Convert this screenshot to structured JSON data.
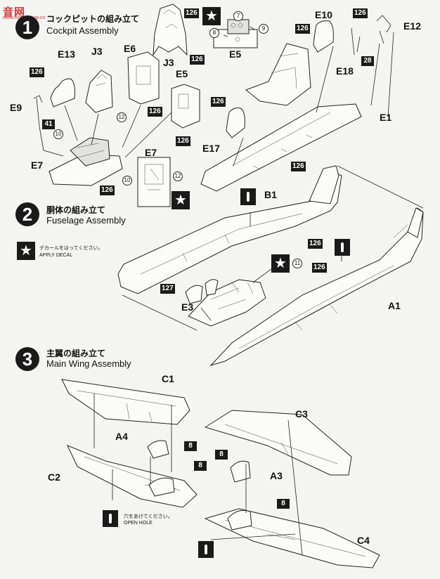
{
  "watermark": {
    "text": "音网",
    "sub": "www.hobbyshop.cn"
  },
  "steps": [
    {
      "number": "1",
      "jp": "コックピットの組み立て",
      "en": "Cockpit Assembly"
    },
    {
      "number": "2",
      "jp": "胴体の組み立て",
      "en": "Fuselage Assembly"
    },
    {
      "number": "3",
      "jp": "主翼の組み立て",
      "en": "Main Wing Assembly"
    }
  ],
  "decal_note": {
    "jp": "デカールをはってください。",
    "en": "APPLY DECAL"
  },
  "hole_note": {
    "jp": "穴をあけてください。",
    "en": "OPEN HOLE"
  },
  "parts": {
    "E13": "E13",
    "J3": "J3",
    "E6": "E6",
    "E5": "E5",
    "E9": "E9",
    "E7": "E7",
    "E10": "E10",
    "E12": "E12",
    "E18": "E18",
    "E1": "E1",
    "E17": "E17",
    "B1": "B1",
    "A1": "A1",
    "E3": "E3",
    "C1": "C1",
    "C2": "C2",
    "C3": "C3",
    "C4": "C4",
    "A3": "A3",
    "A4": "A4"
  },
  "paints": {
    "c126": "126",
    "c127": "127",
    "c28": "28",
    "c41": "41",
    "c8": "8"
  },
  "decals": {
    "d7": "7",
    "d8": "8",
    "d9": "9",
    "d10": "10",
    "d11": "11",
    "d12": "12"
  },
  "icons": {
    "star": "★"
  }
}
